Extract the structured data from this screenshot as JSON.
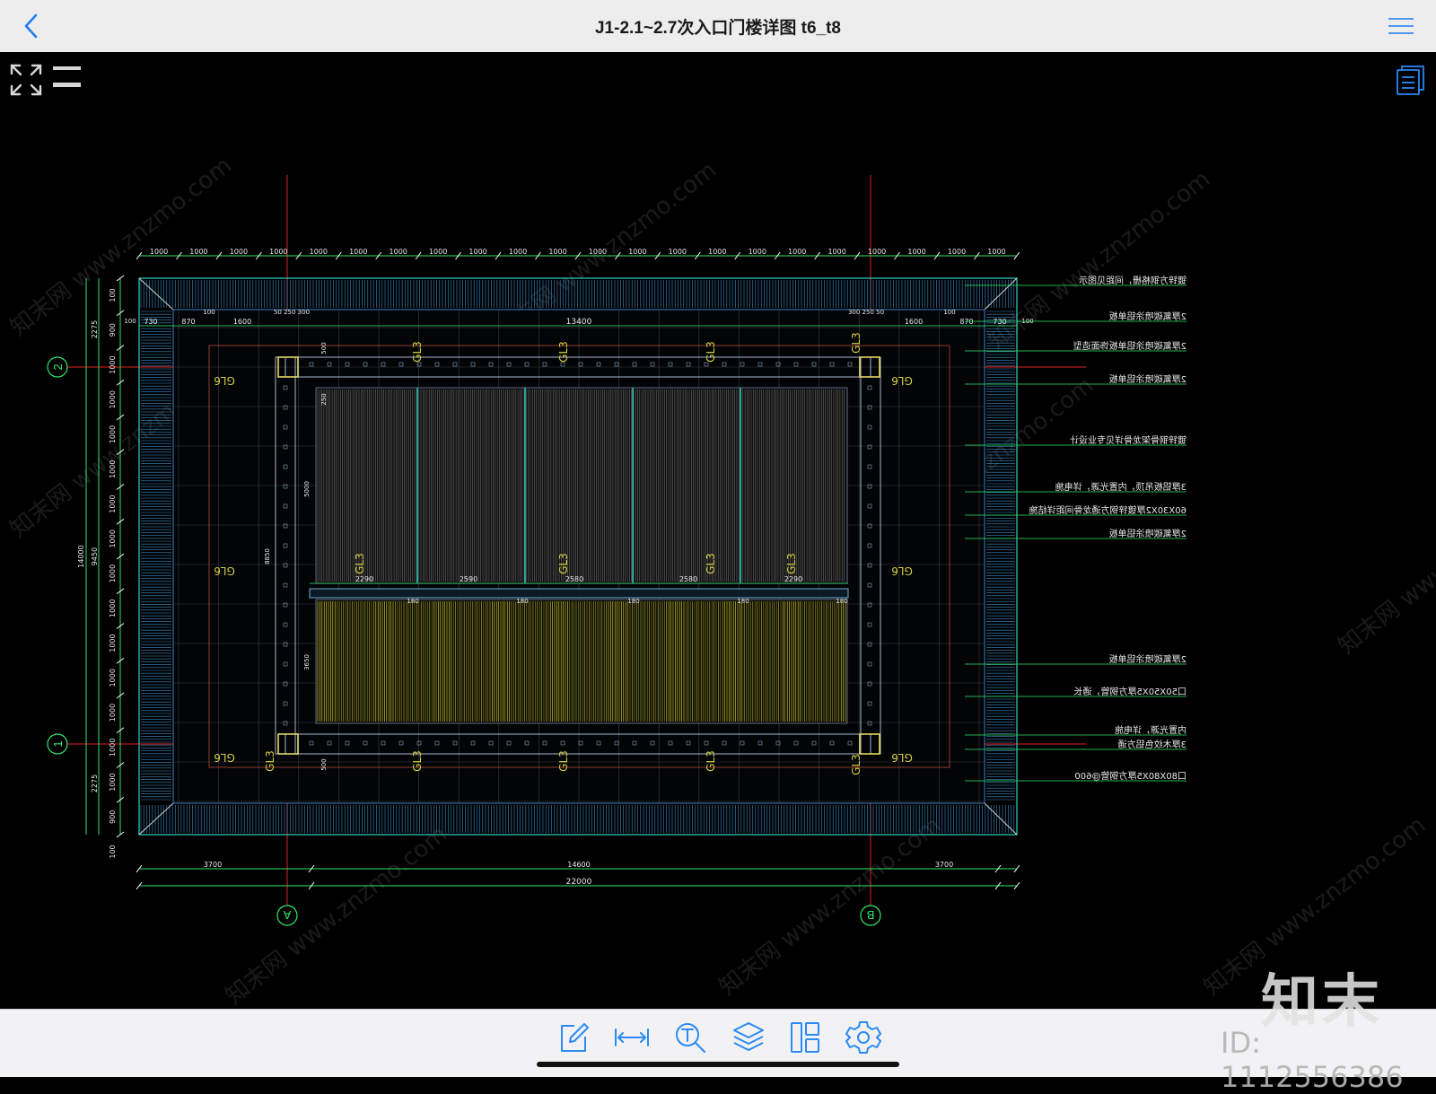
{
  "header": {
    "title": "J1-2.1~2.7次入口门楼详图 t6_t8",
    "icons": {
      "back": "chevron-left-icon",
      "menu": "hamburger-menu-icon"
    }
  },
  "canvas_overlay": {
    "icons": {
      "fullscreen": "expand-arrows-icon",
      "layers_toggle": "two-lines-icon",
      "sheets": "sheet-list-icon"
    }
  },
  "toolbar": {
    "items": [
      {
        "icon": "markup-pencil-icon"
      },
      {
        "icon": "measure-distance-icon"
      },
      {
        "icon": "text-search-icon"
      },
      {
        "icon": "layers-icon"
      },
      {
        "icon": "layout-panels-icon"
      },
      {
        "icon": "settings-gear-icon"
      }
    ]
  },
  "watermark": {
    "logo": "知末",
    "id": "ID: 1112556386",
    "diagonal": "知末网 www.znzmo.com"
  },
  "drawing": {
    "top_dims": [
      "1000",
      "1000",
      "1000",
      "1000",
      "1000",
      "1000",
      "1000",
      "1000",
      "1000",
      "1000",
      "1000",
      "1000",
      "1000",
      "1000",
      "1000",
      "1000",
      "1000",
      "1000",
      "1000",
      "1000",
      "1000",
      "1000"
    ],
    "inner_top_dims_left": [
      "730",
      "870",
      "1600"
    ],
    "inner_top_dims_right": [
      "1600",
      "870",
      "730"
    ],
    "inner_top_small": [
      "100",
      "50 250 300",
      "300 250 50",
      "100",
      "100",
      "100"
    ],
    "center_dim": "13400",
    "bottom_dims": [
      "3700",
      "14600",
      "3700"
    ],
    "total_dim": "22000",
    "left_dims": [
      "100",
      "900",
      "1000",
      "1000",
      "1000",
      "1000",
      "1000",
      "1000",
      "1000",
      "1000",
      "1000",
      "1000",
      "1000",
      "1000",
      "1000",
      "900",
      "100"
    ],
    "left_group_dims": [
      "2275",
      "9450",
      "2275"
    ],
    "left_total": "14000",
    "mid_dims": [
      "2290",
      "2590",
      "2580",
      "2580",
      "2290"
    ],
    "mid_small": [
      "180",
      "180",
      "180",
      "180",
      "180"
    ],
    "vertical_dims": [
      "5000",
      "3650",
      "8850",
      "500",
      "500",
      "250"
    ],
    "axis_labels": {
      "left_top": "2",
      "left_bottom": "1",
      "bottom_left": "A",
      "bottom_right": "B"
    },
    "beam_labels": [
      "GL3",
      "GL3",
      "GL3",
      "GL3",
      "GL3",
      "GL3",
      "GL3",
      "GL3",
      "GL3",
      "GL3",
      "GL3",
      "GL3",
      "GL3"
    ],
    "column_labels": [
      "GL6",
      "GL6",
      "GL6",
      "GL6",
      "GL6",
      "GL6"
    ],
    "annotations": [
      "镀锌方钢格栅，间距见图示",
      "2厚氟碳喷涂铝单板",
      "2厚氟碳喷涂铝单板饰面造型",
      "2厚氟碳喷涂铝单板",
      "镀锌钢骨架龙骨详见专业设计",
      "3厚铝板吊顶，内置光源，详电施",
      "60X30X2厚镀锌钢方通龙骨间距详结施",
      "2厚氟碳喷涂铝单板",
      "2厚氟碳喷涂铝单板",
      "口50X50X5厚方钢管，通长",
      "内置光源，详电施",
      "3厚木纹色铝方通",
      "口80X80X5厚方钢管@600"
    ]
  }
}
